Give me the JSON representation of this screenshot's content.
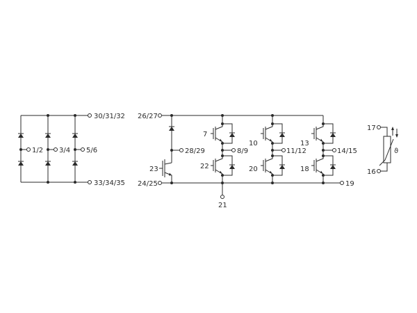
{
  "labels": {
    "rect_plus": "30/31/32",
    "rect_minus": "33/34/35",
    "rect_ac1": "1/2",
    "rect_ac2": "3/4",
    "rect_ac3": "5/6",
    "brake_plus": "26/27",
    "brake_minus": "24/25",
    "brake_gate": "23",
    "brake_out": "28/29",
    "u_gate_top": "7",
    "u_out": "8/9",
    "u_gate_bot": "22",
    "v_gate_top": "10",
    "v_out": "11/12",
    "v_gate_bot": "20",
    "w_gate_top": "13",
    "w_out": "14/15",
    "w_gate_bot": "18",
    "emitter_out": "19",
    "emitter_sense": "21",
    "ntc_top": "17",
    "ntc_bot": "16",
    "ntc_symbol": "ϑ"
  },
  "colors": {
    "line": "#2a2a2a",
    "background": "#ffffff"
  }
}
